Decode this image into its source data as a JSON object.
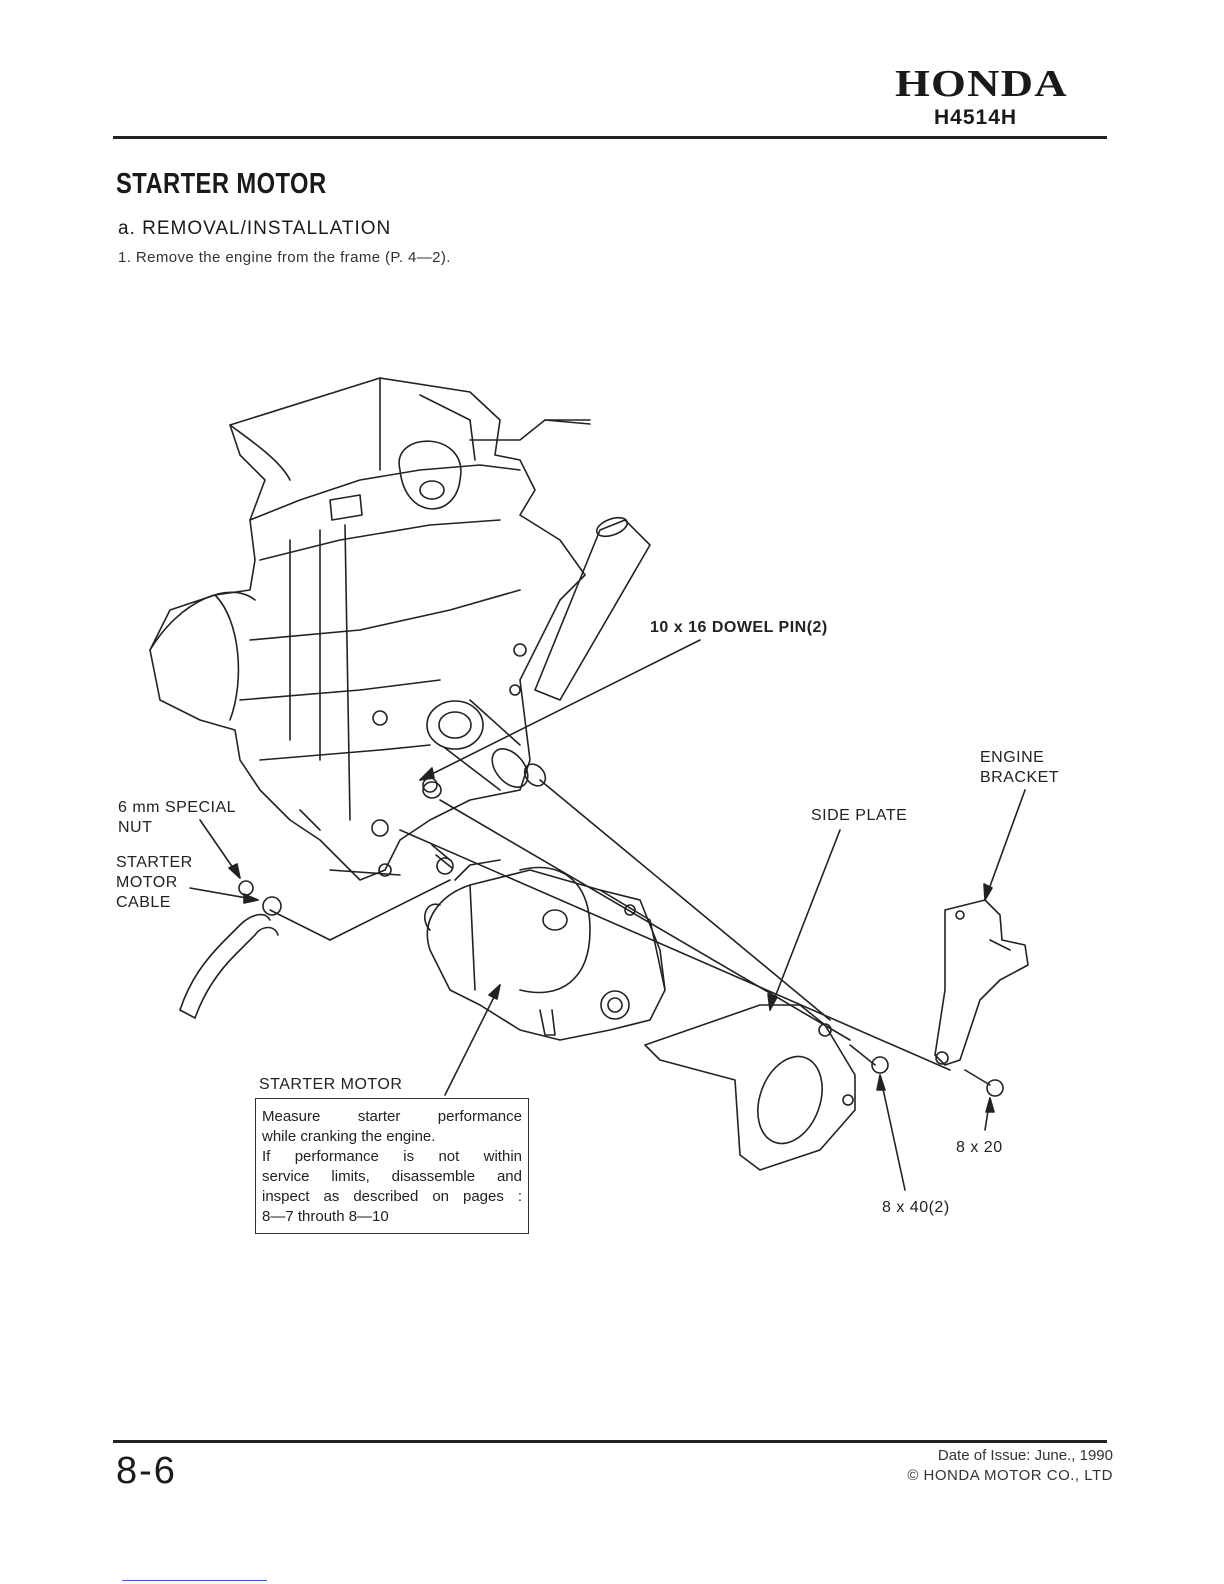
{
  "header": {
    "brand": "HONDA",
    "model": "H4514H"
  },
  "section": {
    "title": "STARTER MOTOR",
    "subsection": "a.  REMOVAL/INSTALLATION",
    "step": "1.  Remove the engine from the frame (P. 4—2)."
  },
  "diagram": {
    "labels": {
      "dowel_pin": "10 x 16 DOWEL PIN(2)",
      "engine_bracket_1": "ENGINE",
      "engine_bracket_2": "BRACKET",
      "side_plate": "SIDE PLATE",
      "special_nut_1": "6 mm SPECIAL",
      "special_nut_2": "NUT",
      "cable_1": "STARTER",
      "cable_2": "MOTOR",
      "cable_3": "CABLE",
      "starter_motor": "STARTER MOTOR",
      "bolt_8x20": "8 x 20",
      "bolt_8x40": "8 x 40(2)"
    },
    "note_lines": [
      "Measure starter performance",
      "while cranking the engine.",
      " If performance is not within",
      "service limits, disassemble and",
      "inspect as described on pages :",
      "8—7 throuth 8—10"
    ]
  },
  "footer": {
    "page_number": "8-6",
    "issue_date": "Date of Issue: June., 1990",
    "copyright": "© HONDA MOTOR CO., LTD"
  }
}
